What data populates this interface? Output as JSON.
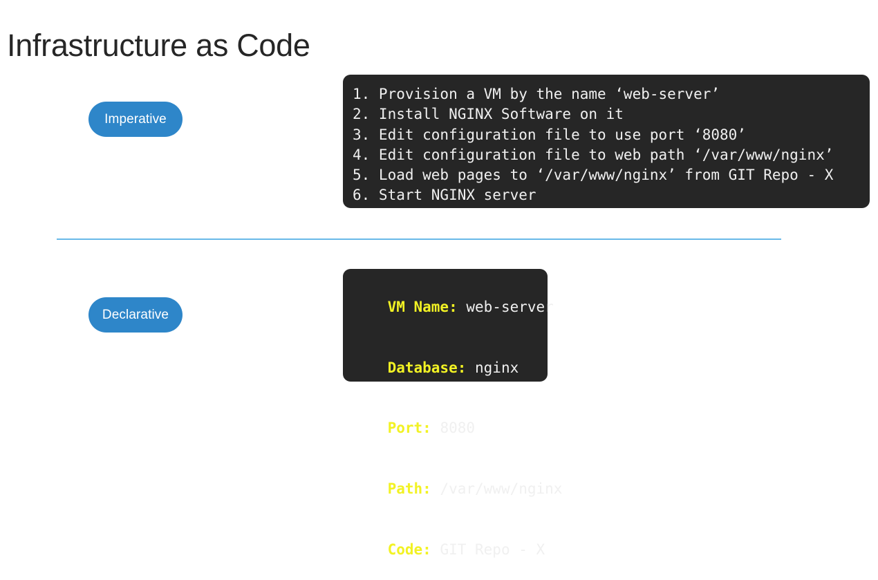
{
  "slide": {
    "title": "Infrastructure as Code",
    "accent_blue": "#2e86c9",
    "code_bg": "#262626",
    "key_yellow": "#f2f224",
    "divider_color": "#68b9e8"
  },
  "imperative": {
    "badge_label": "Imperative",
    "steps": [
      "1. Provision a VM by the name ‘web-server’",
      "2. Install NGINX Software on it",
      "3. Edit configuration file to use port ‘8080’",
      "4. Edit configuration file to web path ‘/var/www/nginx’",
      "5. Load web pages to ‘/var/www/nginx’ from GIT Repo - X",
      "6. Start NGINX server"
    ]
  },
  "declarative": {
    "badge_label": "Declarative",
    "entries": [
      {
        "key": "VM Name:",
        "value": "web-server"
      },
      {
        "key": "Database:",
        "value": "nginx"
      },
      {
        "key": "Port:",
        "value": "8080"
      },
      {
        "key": "Path:",
        "value": "/var/www/nginx"
      },
      {
        "key": "Code:",
        "value": "GIT Repo - X"
      }
    ]
  }
}
